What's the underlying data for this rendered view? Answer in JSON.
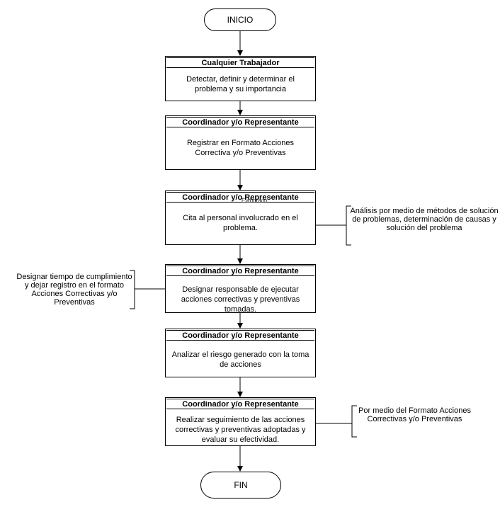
{
  "start": "INICIO",
  "end": "FIN",
  "steps": [
    {
      "role": "Cualquier Trabajador",
      "text": "Detectar, definir y determinar el problema y su importancia"
    },
    {
      "role": "Coordinador y/o Representante",
      "text": "Registrar en Formato Acciones Correctiva y/o Preventivas"
    },
    {
      "role": "Coordinador y/o Representante",
      "text": "Cita al personal involucrado en el problema."
    },
    {
      "role": "Coordinador y/o Representante",
      "text": "Designar responsable de ejecutar acciones correctivas y preventivas tomadas."
    },
    {
      "role": "Coordinador y/o Representante",
      "text": "Analizar el riesgo generado con la toma de acciones"
    },
    {
      "role": "Coordinador y/o Representante",
      "text": "Realizar seguimiento de las acciones correctivas y preventivas adoptadas y evaluar su efectividad."
    }
  ],
  "notes": {
    "analysis": "Análisis por medio de métodos de solución de problemas, determinación de causas y solución del problema",
    "deadline": "Designar tiempo de cumplimiento y dejar registro en el formato Acciones Correctivas y/o Preventivas",
    "format": "Por medio del Formato Acciones Correctivas y/o Preventivas"
  },
  "stray_label": "Elaborado"
}
